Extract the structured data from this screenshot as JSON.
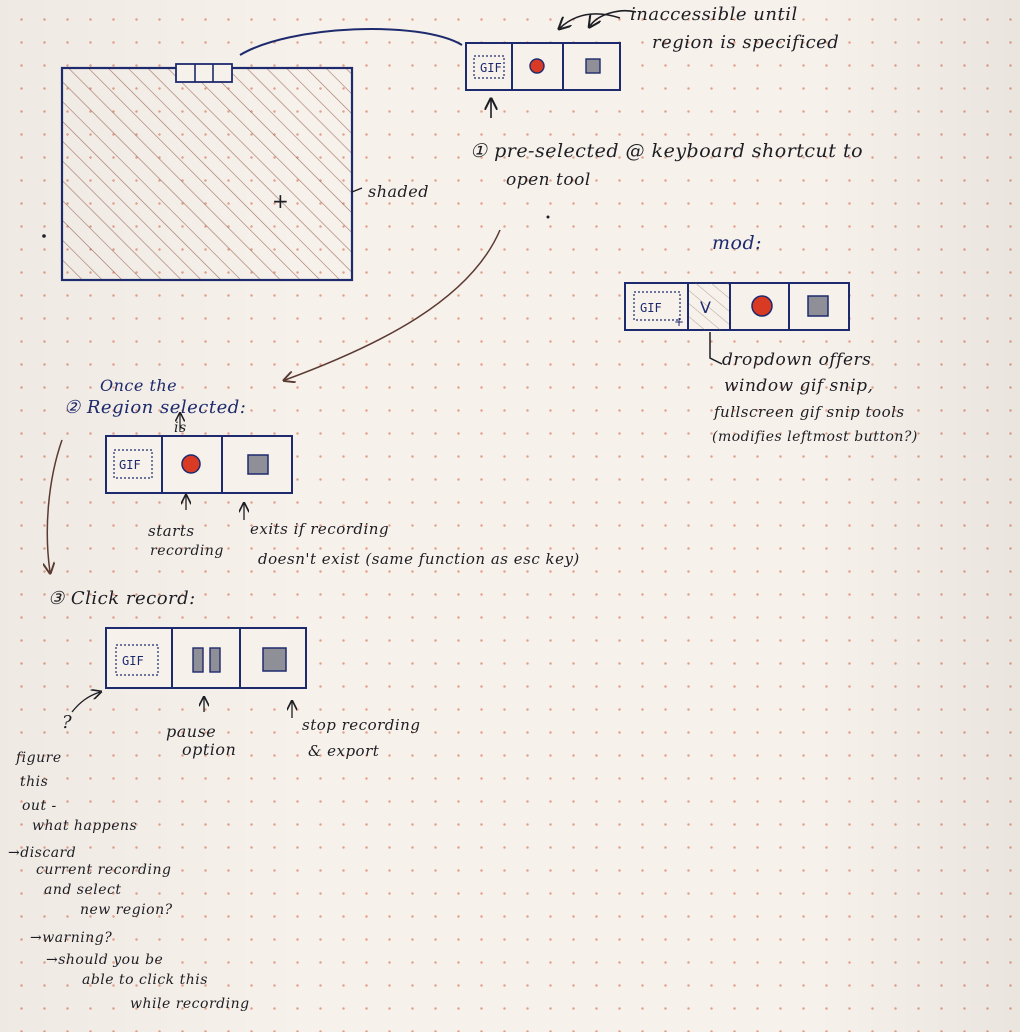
{
  "toolbar_labels": {
    "gif": "GIF",
    "dropdown": "V"
  },
  "annotations": {
    "inaccessible": [
      "inaccessible until",
      "region is specificed"
    ],
    "shaded": "shaded",
    "step1": [
      "① pre-selected @ keyboard shortcut to",
      "open tool"
    ],
    "mod": "mod:",
    "dropdown_note": [
      "dropdown offers",
      "window gif snip,",
      "fullscreen gif snip tools",
      "(modifies leftmost button?)"
    ],
    "step2": [
      "Once the",
      "② Region selected:",
      "is"
    ],
    "starts": [
      "starts",
      "recording"
    ],
    "exits": [
      "exits if recording",
      "doesn't exist (same function as esc key)"
    ],
    "step3": "③ Click record:",
    "pause": [
      "pause",
      "option"
    ],
    "stop": [
      "stop recording",
      "& export"
    ],
    "question": "?",
    "figure": [
      "figure",
      "this",
      "out -",
      "what happens",
      "→discard",
      "current recording",
      "and select",
      "new region?",
      "→warning?",
      "→should you be",
      "able to click this",
      "while recording"
    ]
  },
  "colors": {
    "ink_navy": "#1e2a6e",
    "ink_black": "#1d1d24",
    "record_red": "#d83a24",
    "stop_gray": "#8f8f97",
    "hatch_brown": "#8a4a3c",
    "arrow_brown": "#5a3a32"
  }
}
